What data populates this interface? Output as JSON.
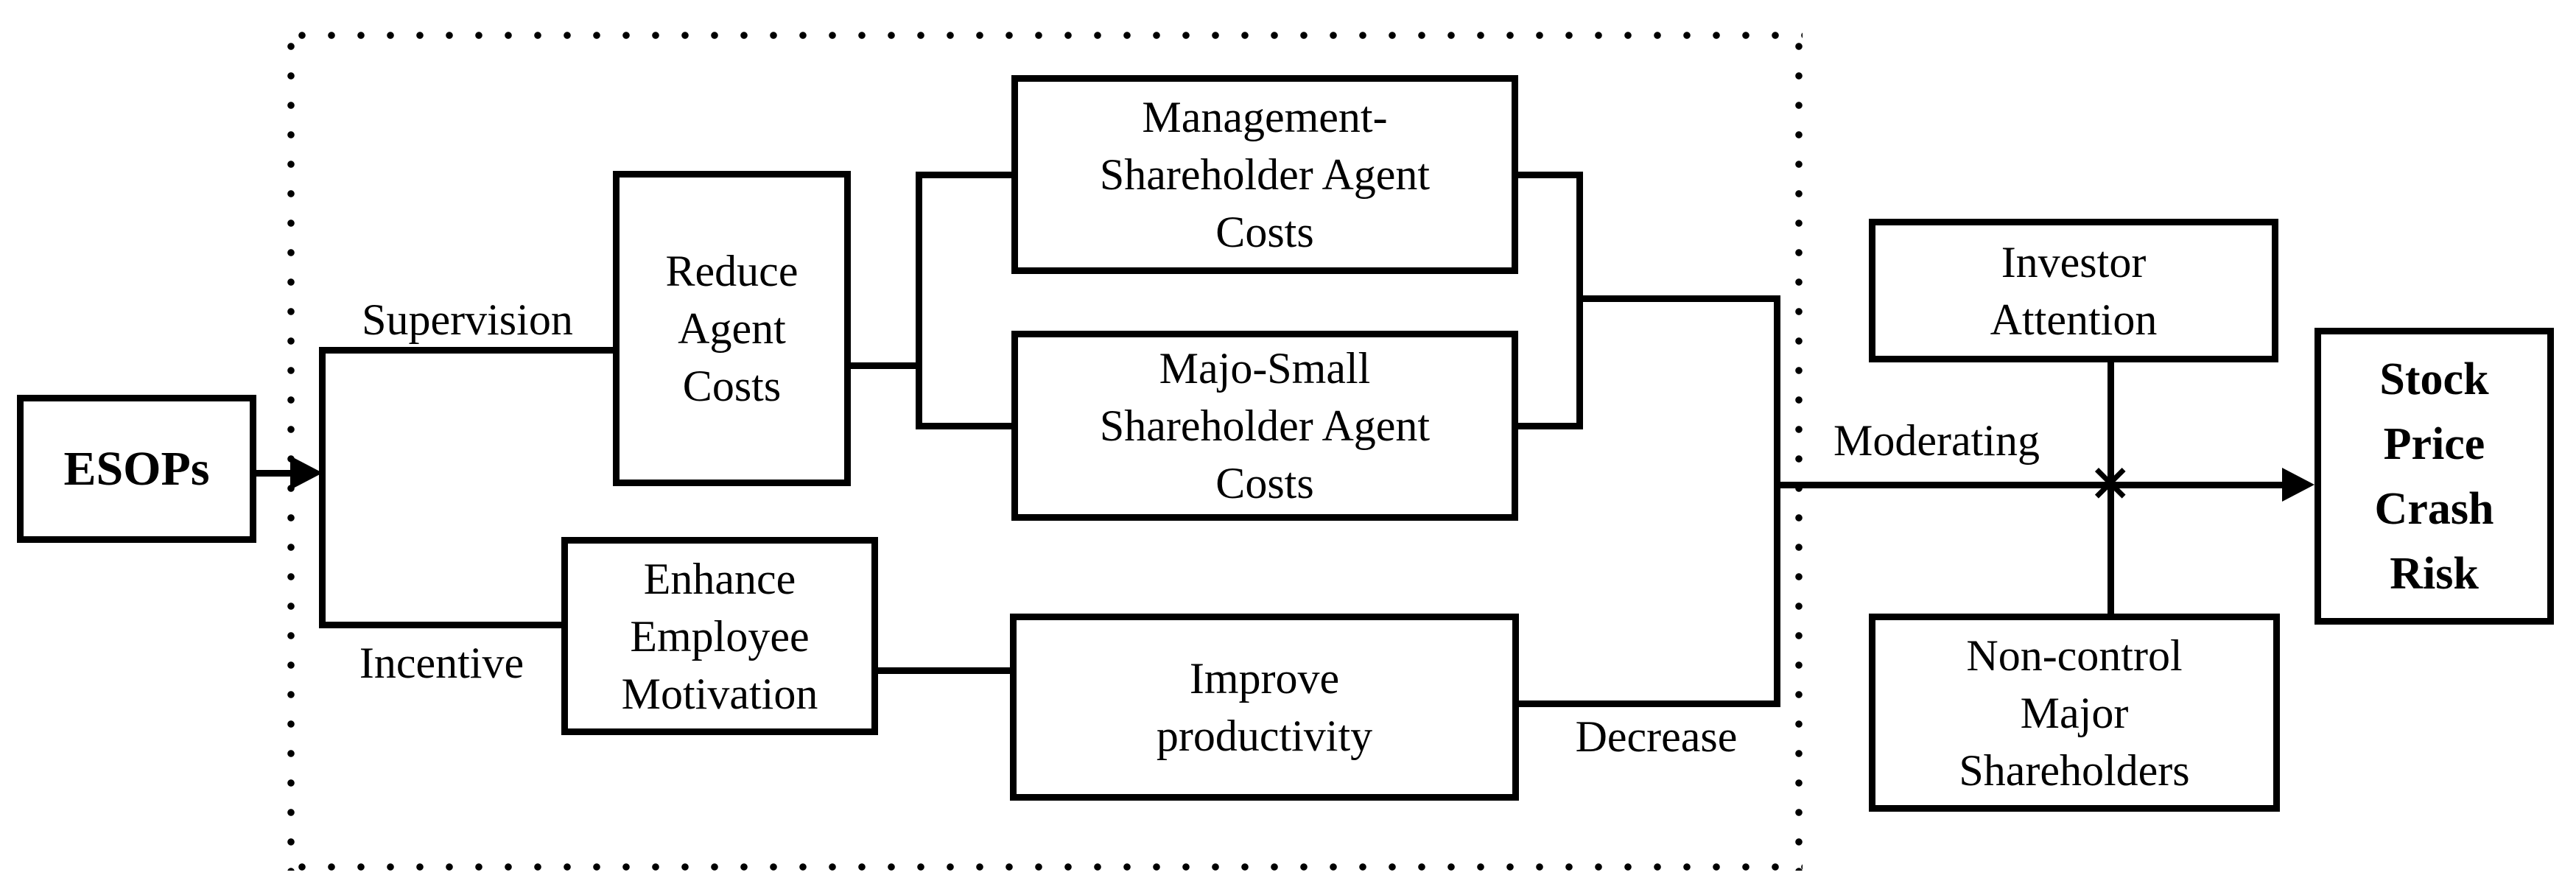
{
  "diagram": {
    "description_labels": {
      "supervision": "Supervision",
      "incentive": "Incentive",
      "decrease": "Decrease",
      "moderating": "Moderating"
    },
    "boxes": {
      "esops": {
        "label": "ESOPs"
      },
      "reduce": {
        "lines": [
          "Reduce",
          "Agent",
          "Costs"
        ]
      },
      "management": {
        "lines": [
          "Management-",
          "Shareholder Agent",
          "Costs"
        ]
      },
      "majo_small": {
        "lines": [
          "Majo-Small",
          "Shareholder Agent",
          "Costs"
        ]
      },
      "enhance": {
        "lines": [
          "Enhance",
          "Employee",
          "Motivation"
        ]
      },
      "improve": {
        "lines": [
          "Improve",
          "productivity"
        ]
      },
      "investor": {
        "lines": [
          "Investor",
          "Attention"
        ]
      },
      "non_control": {
        "lines": [
          "Non-control",
          "Major",
          "Shareholders"
        ]
      },
      "stock": {
        "lines": [
          "Stock",
          "Price",
          "Crash",
          "Risk"
        ]
      }
    },
    "symbols": {
      "moderation_cross": "×"
    },
    "colors": {
      "line": "#000000",
      "background": "#ffffff"
    }
  }
}
